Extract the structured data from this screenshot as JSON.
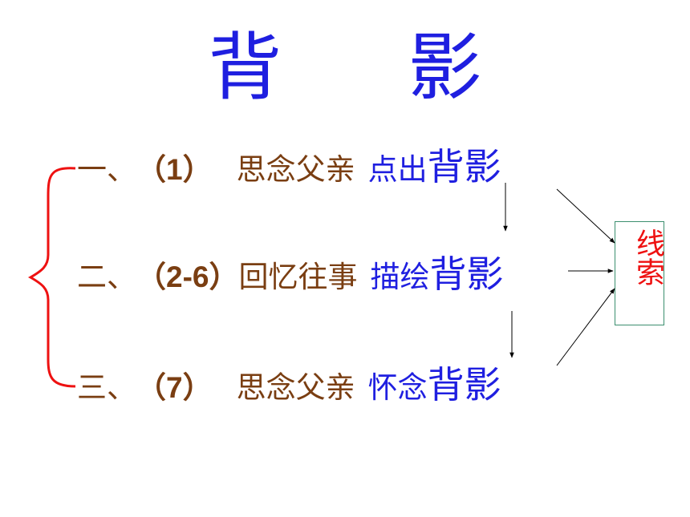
{
  "title": "背 影",
  "sections": [
    {
      "num": "一、",
      "range": "（1）",
      "desc": "思念父亲",
      "verb": "点出",
      "key": "背影"
    },
    {
      "num": "二、",
      "range": "（2-6）",
      "desc": "回忆往事",
      "verb": "描绘",
      "key": "背影"
    },
    {
      "num": "三、",
      "range": "（7）",
      "desc": "思念父亲",
      "verb": "怀念",
      "key": "背影"
    }
  ],
  "clue": {
    "text": "线索"
  },
  "colors": {
    "title": "#1f1fe0",
    "body": "#7a3e12",
    "accent": "#1f1fe0",
    "brace": "#ee1111",
    "box_border": "#3c8f6f",
    "clue_text": "#ee1111"
  }
}
